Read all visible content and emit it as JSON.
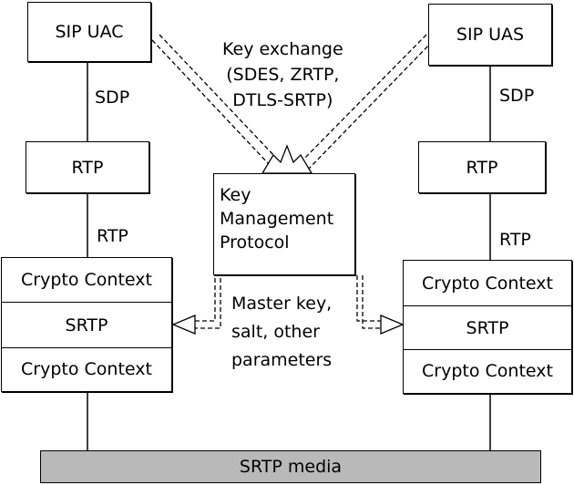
{
  "left": {
    "sip": "SIP UAC",
    "sdp": "SDP",
    "rtp_box": "RTP",
    "rtp_label": "RTP",
    "crypto_top": "Crypto Context",
    "srtp": "SRTP",
    "crypto_bottom": "Crypto Context"
  },
  "right": {
    "sip": "SIP UAS",
    "sdp": "SDP",
    "rtp_box": "RTP",
    "rtp_label": "RTP",
    "crypto_top": "Crypto Context",
    "srtp": "SRTP",
    "crypto_bottom": "Crypto Context"
  },
  "center": {
    "key_exchange": "Key exchange\n(SDES, ZRTP,\nDTLS-SRTP)",
    "kmp": "Key\nManagement\nProtocol",
    "master_key": "Master key,\nsalt, other\nparameters"
  },
  "media": "SRTP media"
}
